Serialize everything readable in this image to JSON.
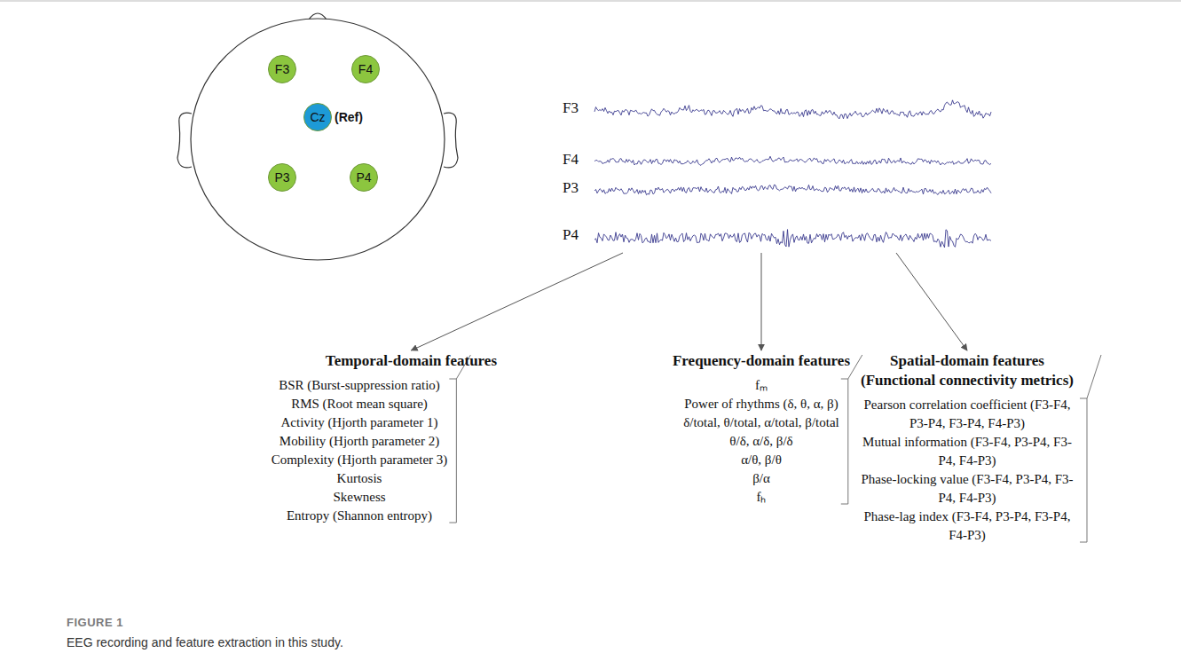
{
  "diagram": {
    "caption": "EEG recording and feature extraction in this study.",
    "nodes": [
      {
        "text": [
          "F3"
        ]
      },
      {
        "text": [
          "F4"
        ]
      },
      {
        "text": [
          "Cz",
          "(Ref)"
        ]
      },
      {
        "text": [
          "P3"
        ]
      },
      {
        "text": [
          "P4"
        ]
      },
      {
        "text": [
          "F3",
          "F4",
          "P3",
          "P4"
        ]
      },
      {
        "text": [
          "Temporal-domain features",
          "BSR (Burst-suppression ratio)",
          "RMS (Root mean square)",
          "Activity (Hjorth parameter 1)",
          "Mobility (Hjorth parameter 2)",
          "Complexity (Hjorth parameter 3)",
          "Kurtosis",
          "Skewness",
          "Entropy (Shannon entropy)"
        ]
      },
      {
        "text": [
          "Frequency-domain features",
          "fₘ",
          "Power of rhythms (δ, θ, α, β)",
          "δ/total, θ/total, α/total, β/total",
          "θ/δ, α/δ, β/δ",
          "α/θ, β/θ",
          "β/α",
          "fₕ"
        ]
      },
      {
        "text": [
          "Spatial-domain features",
          "(Functional connectivity metrics)",
          "Pearson correlation coefficient (F3-F4, P3-P4, F3-P4, F4-P3)",
          "Mutual information (F3-F4, P3-P4, F3-P4, F4-P3)",
          "Phase-locking value (F3-F4, P3-P4, F3-P4, F4-P3)",
          "Phase-lag index (F3-F4, P3-P4, F3-P4, F4-P3)"
        ]
      }
    ],
    "edges": [
      {
        "from": 5,
        "to": 6,
        "arrow": "to"
      },
      {
        "from": 5,
        "to": 7,
        "arrow": "to"
      },
      {
        "from": 5,
        "to": 8,
        "arrow": "to"
      }
    ],
    "labels": [
      "FIGURE 1"
    ]
  }
}
